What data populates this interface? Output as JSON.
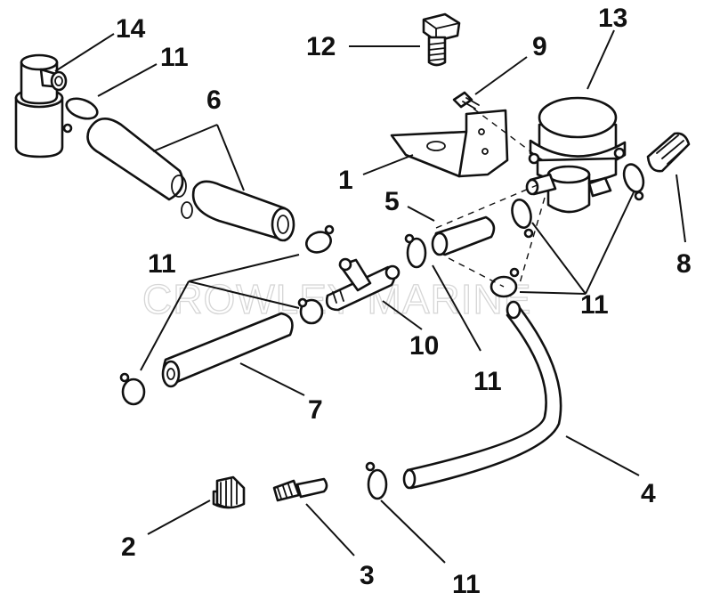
{
  "watermark": "CROWLEY MARINE",
  "callouts": {
    "c1": "1",
    "c2": "2",
    "c3": "3",
    "c4": "4",
    "c5": "5",
    "c6": "6",
    "c7": "7",
    "c8": "8",
    "c9": "9",
    "c10": "10",
    "c11a": "11",
    "c11b": "11",
    "c11c": "11",
    "c11d": "11",
    "c11e": "11",
    "c12": "12",
    "c13": "13",
    "c14": "14"
  }
}
